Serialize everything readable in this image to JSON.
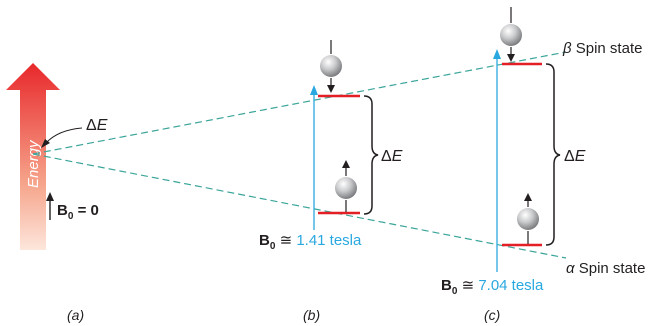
{
  "diagram": {
    "energy_label": "Energy",
    "b0_zero": {
      "symbol": "B",
      "subscript": "0",
      "rest": " = 0"
    },
    "delta_e": {
      "delta": "Δ",
      "e": "E"
    },
    "b0_b": {
      "symbol": "B",
      "subscript": "0",
      "approx": " ≅ ",
      "value": "1.41 tesla"
    },
    "b0_c": {
      "symbol": "B",
      "subscript": "0",
      "approx": " ≅ ",
      "value": "7.04 tesla"
    },
    "beta_state": {
      "greek": "β",
      "text": " Spin state"
    },
    "alpha_state": {
      "greek": "α",
      "text": " Spin state"
    },
    "panel_labels": {
      "a": "(a)",
      "b": "(b)",
      "c": "(c)"
    },
    "colors": {
      "energy_arrow_top": "#e8282b",
      "energy_arrow_bottom": "#fbd3c4",
      "level_line": "#e41e25",
      "split_line": "#3aa59a",
      "field_line": "#29a8e0",
      "field_text": "#29a8e0",
      "ink": "#231f20"
    }
  }
}
